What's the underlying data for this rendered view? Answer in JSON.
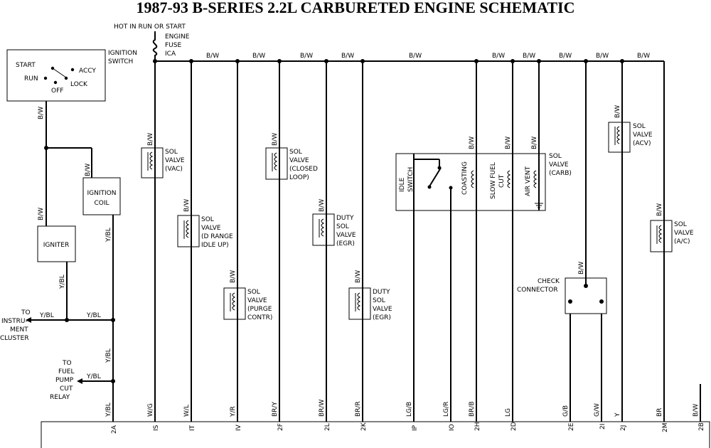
{
  "title": "1987-93 B-SERIES 2.2L CARBURETED ENGINE SCHEMATIC",
  "fuse": {
    "header": "HOT IN RUN OR START",
    "label": [
      "ENGINE",
      "FUSE",
      "ICA"
    ]
  },
  "ignition_switch": {
    "label": [
      "IGNITION",
      "SWITCH"
    ],
    "positions": {
      "start": "START",
      "run": "RUN",
      "off": "OFF",
      "lock": "LOCK",
      "accy": "ACCY"
    }
  },
  "bus_color": "B/W",
  "ignition_coil": [
    "IGNITION",
    "COIL"
  ],
  "igniter": "IGNITER",
  "to_instrument_cluster": [
    "TO",
    "INSTRU-",
    "MENT",
    "CLUSTER"
  ],
  "to_fuel_pump": [
    "TO",
    "FUEL",
    "PUMP",
    "CUT",
    "RELAY"
  ],
  "wire_yb": "Y/BL",
  "solenoids": [
    {
      "id": "vac",
      "label": [
        "SOL",
        "VALVE",
        "(VAC)"
      ]
    },
    {
      "id": "drange",
      "label": [
        "SOL",
        "VALVE",
        "(D RANGE",
        "IDLE UP)"
      ]
    },
    {
      "id": "purge",
      "label": [
        "SOL",
        "VALVE",
        "(PURGE",
        "CONTR)"
      ]
    },
    {
      "id": "closed",
      "label": [
        "SOL",
        "VALVE",
        "(CLOSED",
        "LOOP)"
      ]
    },
    {
      "id": "duty1",
      "label": [
        "DUTY",
        "SOL",
        "VALVE",
        "(EGR)"
      ]
    },
    {
      "id": "duty2",
      "label": [
        "DUTY",
        "SOL",
        "VALVE",
        "(EGR)"
      ]
    },
    {
      "id": "carb",
      "label": [
        "SOL",
        "VALVE",
        "(CARB)"
      ]
    },
    {
      "id": "acv",
      "label": [
        "SOL",
        "VALVE",
        "(ACV)"
      ]
    },
    {
      "id": "ac",
      "label": [
        "SOL",
        "VALVE",
        "(A/C)"
      ]
    }
  ],
  "carb_internal": {
    "idle_switch": [
      "IDLE",
      "SWITCH"
    ],
    "coasting": "COASTING",
    "slow_fuel_cut": [
      "SLOW FUEL",
      "CUT"
    ],
    "air_vent": "AIR VENT"
  },
  "check_connector": [
    "CHECK",
    "CONNECTOR"
  ],
  "wire_colors_bottom": [
    "Y/BL",
    "W/G",
    "W/L",
    "Y/R",
    "BR/Y",
    "BR/W",
    "BR/R",
    "LG/B",
    "LG/R",
    "BR/B",
    "LG",
    "G/B",
    "G/W",
    "Y",
    "BR",
    "B/W"
  ],
  "pins": [
    "2A",
    "IS",
    "IT",
    "IV",
    "2F",
    "2L",
    "2K",
    "IP",
    "IO",
    "2H",
    "2D",
    "2E",
    "2I",
    "2J",
    "2M",
    "2B"
  ]
}
